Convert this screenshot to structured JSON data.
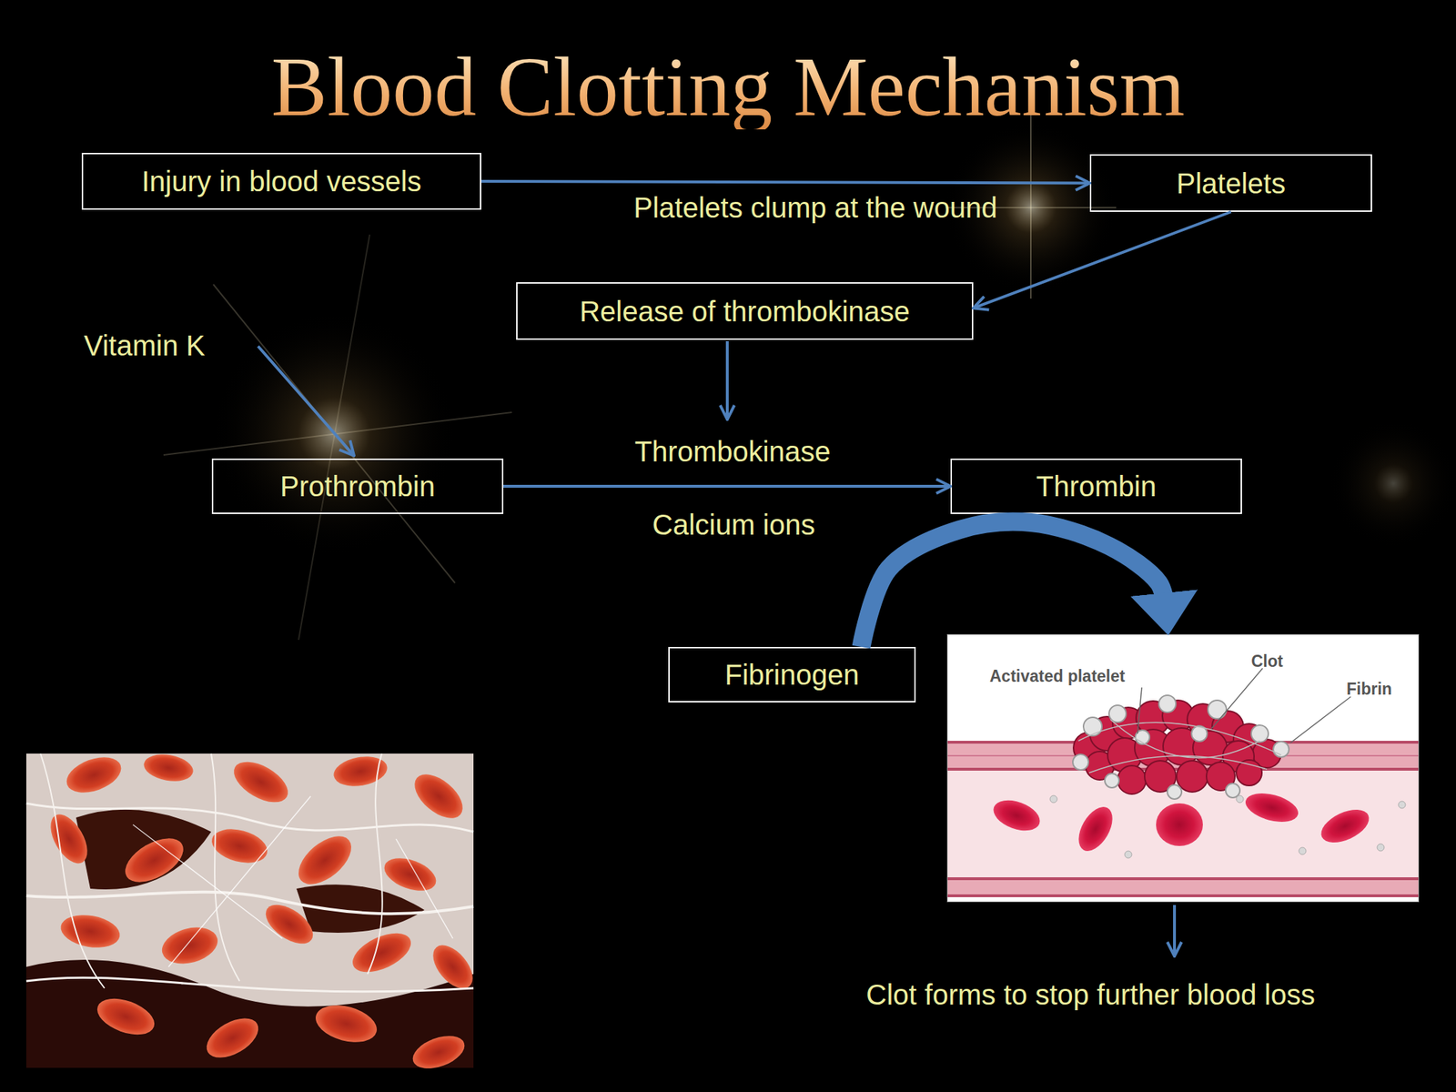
{
  "diagram": {
    "title": "Blood Clotting Mechanism",
    "nodes": [
      {
        "text": [
          "Injury in blood vessels"
        ]
      },
      {
        "text": [
          "Platelets"
        ]
      },
      {
        "text": [
          "Release of thrombokinase"
        ]
      },
      {
        "text": [
          "Prothrombin"
        ]
      },
      {
        "text": [
          "Thrombin"
        ]
      },
      {
        "text": [
          "Fibrinogen"
        ]
      },
      {
        "text": [
          "Activated platelet",
          "Clot",
          "Fibrin"
        ]
      }
    ],
    "edges": [
      {
        "from": 0,
        "to": 1,
        "arrow": "to",
        "label": "Platelets clump at the wound"
      },
      {
        "from": 1,
        "to": 2,
        "arrow": "to"
      },
      {
        "from": 3,
        "to": 4,
        "arrow": "to",
        "label": "Thrombokinase"
      },
      {
        "from": 5,
        "to": 6,
        "arrow": "to"
      }
    ],
    "labels": [
      "Vitamin K",
      "Calcium ions",
      "Clot forms to stop further blood loss"
    ]
  }
}
